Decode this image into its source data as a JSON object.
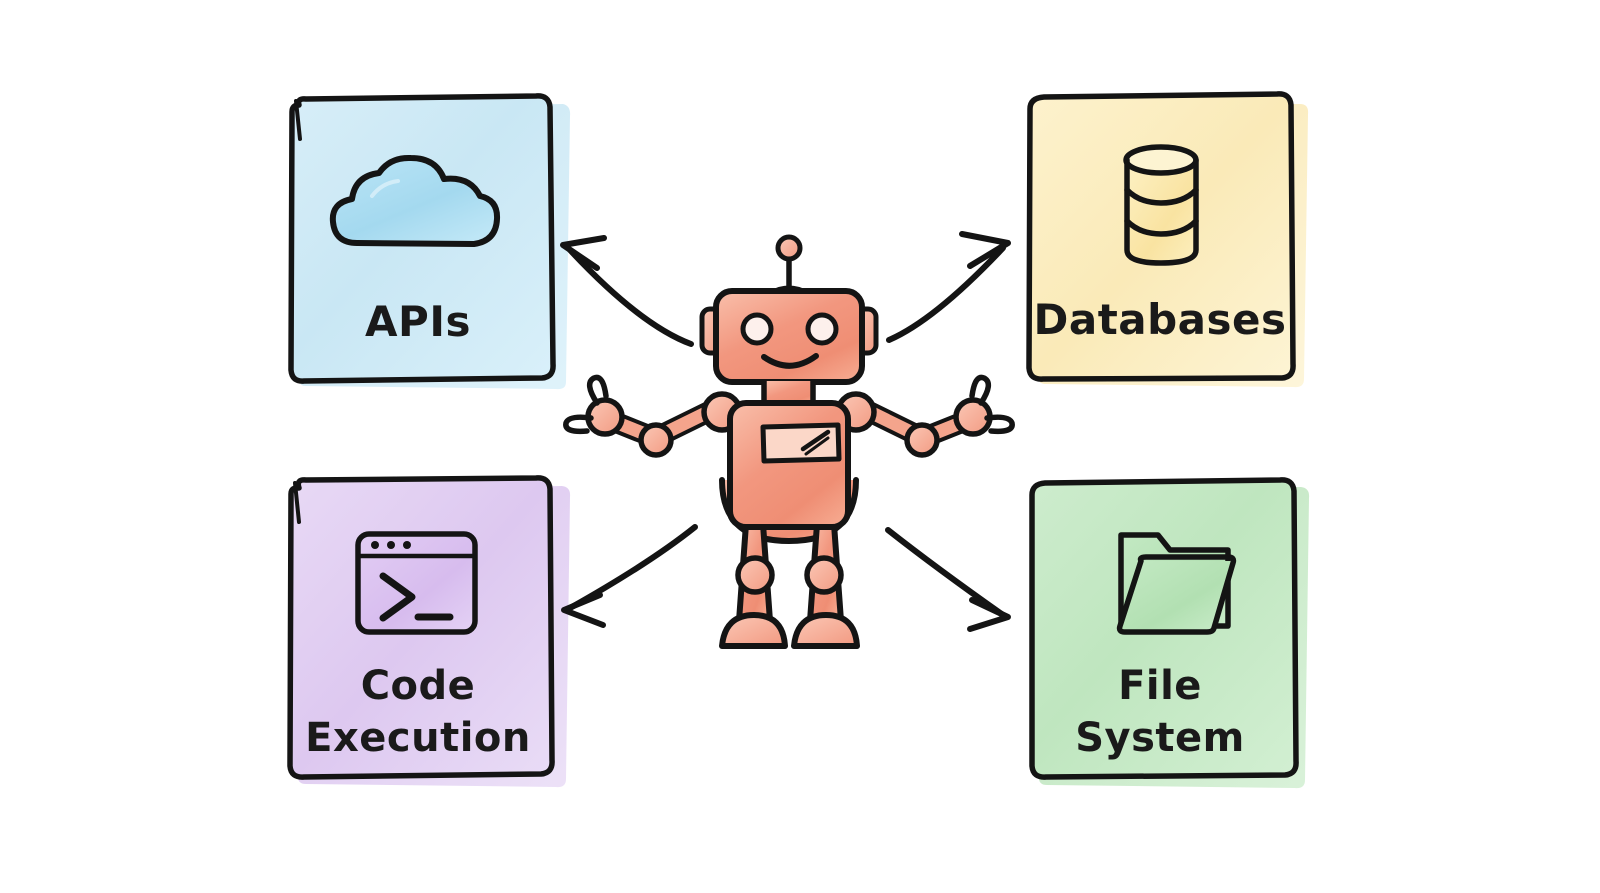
{
  "diagram": {
    "title": "AI Agent Tool Access Diagram",
    "background_color": "#ffffff",
    "ink_color": "#1a1a1a",
    "center": {
      "name": "robot-agent",
      "icon": "robot-icon",
      "label": "",
      "body_color": "#f2977f",
      "body_highlight": "#f8b5a0",
      "outline_color": "#1a1a1a"
    },
    "arrows": [
      {
        "name": "arrow-to-apis",
        "from": "robot-agent",
        "to": "apis",
        "direction": "up-left"
      },
      {
        "name": "arrow-to-databases",
        "from": "robot-agent",
        "to": "databases",
        "direction": "up-right"
      },
      {
        "name": "arrow-to-code-execution",
        "from": "robot-agent",
        "to": "code-execution",
        "direction": "down-left"
      },
      {
        "name": "arrow-to-file-system",
        "from": "robot-agent",
        "to": "file-system",
        "direction": "down-right"
      }
    ],
    "panels": [
      {
        "id": "apis",
        "label": "APIs",
        "label_lines": [
          "APIs"
        ],
        "icon": "cloud-icon",
        "fill": "#cfe9f5",
        "icon_fill": "#a8dcf0",
        "position": "top-left"
      },
      {
        "id": "databases",
        "label": "Databases",
        "label_lines": [
          "Databases"
        ],
        "icon": "database-icon",
        "fill": "#fbeec2",
        "icon_fill": "#fae9ab",
        "position": "top-right"
      },
      {
        "id": "code-execution",
        "label": "Code Execution",
        "label_lines": [
          "Code",
          "Execution"
        ],
        "icon": "terminal-icon",
        "fill": "#e3d0f2",
        "icon_fill": "#dcc3ef",
        "position": "bottom-left"
      },
      {
        "id": "file-system",
        "label": "File System",
        "label_lines": [
          "File",
          "System"
        ],
        "icon": "folder-icon",
        "fill": "#c6e8c6",
        "icon_fill": "#b5e3b5",
        "position": "bottom-right"
      }
    ]
  }
}
